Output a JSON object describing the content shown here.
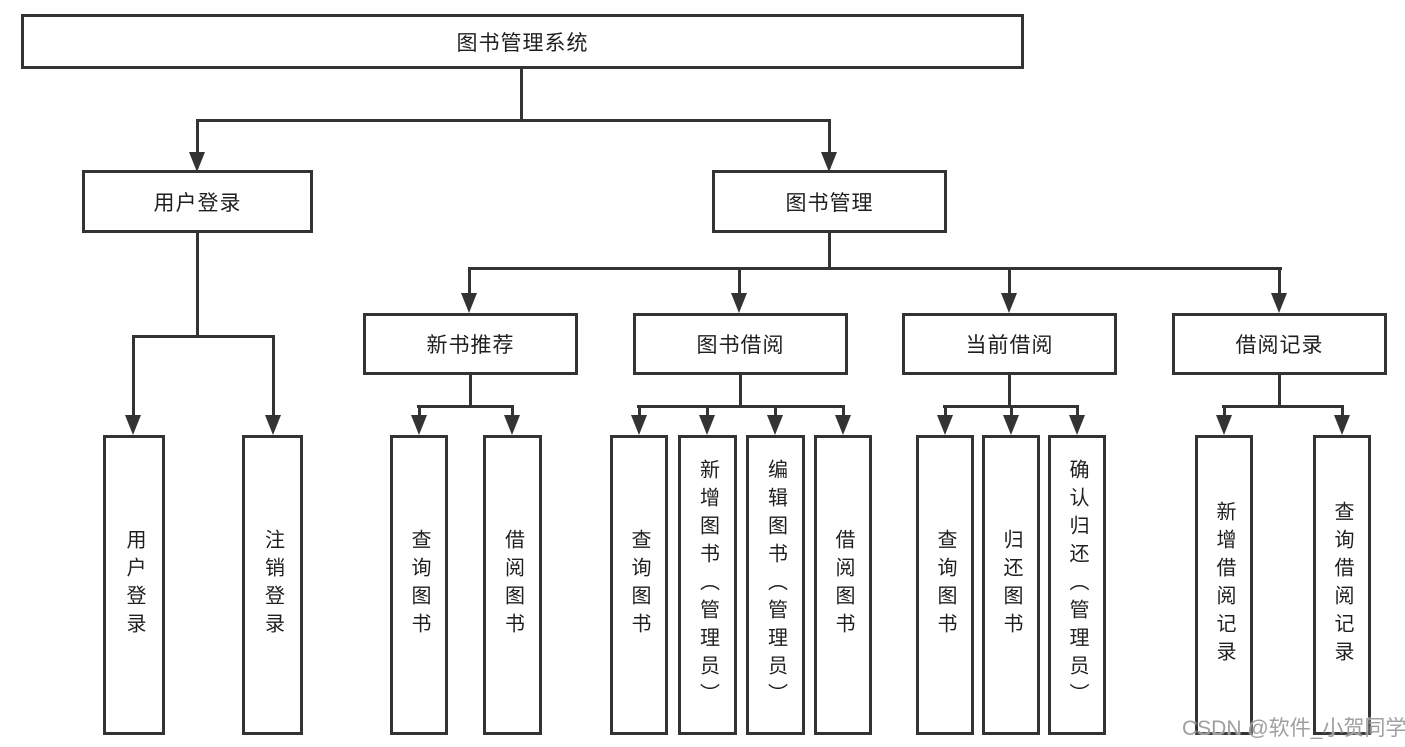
{
  "nodes": {
    "root": {
      "label": "图书管理系统"
    },
    "user_login": {
      "label": "用户登录"
    },
    "book_mgmt": {
      "label": "图书管理"
    },
    "new_book": {
      "label": "新书推荐"
    },
    "book_borrow": {
      "label": "图书借阅"
    },
    "current_borrow": {
      "label": "当前借阅"
    },
    "borrow_record": {
      "label": "借阅记录"
    },
    "leaf_user_login": {
      "label": "用户登录"
    },
    "leaf_logout": {
      "label": "注销登录"
    },
    "leaf_new_book_query": {
      "label": "查询图书"
    },
    "leaf_new_book_borrow": {
      "label": "借阅图书"
    },
    "leaf_borrow_query": {
      "label": "查询图书"
    },
    "leaf_borrow_add": {
      "label": "新增图书（管理员）"
    },
    "leaf_borrow_edit": {
      "label": "编辑图书（管理员）"
    },
    "leaf_borrow_borrow": {
      "label": "借阅图书"
    },
    "leaf_current_query": {
      "label": "查询图书"
    },
    "leaf_current_return": {
      "label": "归还图书"
    },
    "leaf_current_confirm": {
      "label": "确认归还（管理员）"
    },
    "leaf_record_add": {
      "label": "新增借阅记录"
    },
    "leaf_record_query": {
      "label": "查询借阅记录"
    }
  },
  "watermark": {
    "text": "CSDN @软件_小贺同学"
  },
  "colors": {
    "line": "#333333",
    "text": "#1f1f1f",
    "background": "#ffffff",
    "watermark": "#9f9f9f"
  }
}
